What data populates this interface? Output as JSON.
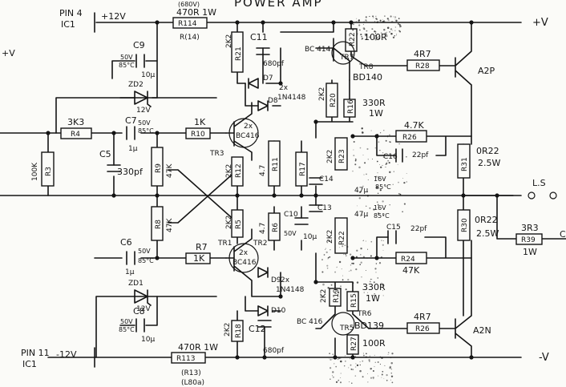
{
  "title": "POWER AMP",
  "supply": {
    "top_pin": "PIN 4",
    "top_ic": "IC1",
    "top_voltage": "+12V",
    "top_left_v": "+V",
    "top_rail": "+V",
    "bottom_pin": "PIN 11",
    "bottom_ic": "IC1",
    "bottom_voltage": "-12V",
    "bottom_rail": "-V",
    "top_cut": "(680V)"
  },
  "resistors": {
    "r114": {
      "value": "470R 1W",
      "ref": "R114",
      "alt": "R(14)"
    },
    "r113": {
      "value": "470R 1W",
      "ref": "R113",
      "alt": "(R13)",
      "alt2": "(L80a)"
    },
    "r4": {
      "value": "3K3",
      "ref": "R4"
    },
    "r3": {
      "value": "100K",
      "ref": "R3"
    },
    "r10": {
      "value": "1K",
      "ref": "R10"
    },
    "r7": {
      "value": "1K",
      "ref": "R7"
    },
    "r9": {
      "value": "47K",
      "ref": "R9"
    },
    "r8": {
      "value": "47K",
      "ref": "R8"
    },
    "r21": {
      "value": "2K2",
      "ref": "R21"
    },
    "r20": {
      "value": "2K2",
      "ref": "R20"
    },
    "r22t": {
      "value": "100R",
      "ref": "R22"
    },
    "r28": {
      "value": "4R7",
      "ref": "R28"
    },
    "r16": {
      "value": "330R",
      "ref": "R16",
      "power": "1W"
    },
    "r26": {
      "value": "4.7K",
      "ref": "R26"
    },
    "r23": {
      "value": "2K2",
      "ref": "R23"
    },
    "r22m": {
      "value": "2K2",
      "ref": "R22"
    },
    "r11": {
      "value": "4.7",
      "ref": "R11"
    },
    "r17": {
      "value": "",
      "ref": "R17"
    },
    "r12": {
      "value": "2K2",
      "ref": "R12"
    },
    "r5": {
      "value": "2K2",
      "ref": "R5"
    },
    "r6": {
      "value": "4.7",
      "ref": "R6"
    },
    "r24": {
      "value": "47K",
      "ref": "R24"
    },
    "r31": {
      "value": "0R22",
      "ref": "R31",
      "power": "2.5W"
    },
    "r30": {
      "value": "0R22",
      "ref": "R30",
      "power": "2.5W"
    },
    "r39": {
      "value": "3R3",
      "ref": "R39",
      "power": "1W"
    },
    "r19": {
      "value": "2K2",
      "ref": "R19"
    },
    "r15": {
      "value": "330R",
      "ref": "R15",
      "power": "1W"
    },
    "r18": {
      "value": "2K2",
      "ref": "R18"
    },
    "r27": {
      "value": "100R",
      "ref": "R27"
    },
    "r26b": {
      "value": "4R7",
      "ref": "R26"
    }
  },
  "capacitors": {
    "c9": {
      "ref": "C9",
      "voltage": "50V",
      "temp": "85°C",
      "value": "10µ"
    },
    "c11": {
      "ref": "C11",
      "value": "680pf"
    },
    "c7": {
      "ref": "C7",
      "voltage": "50V",
      "temp": "85°C",
      "value": "1µ"
    },
    "c5": {
      "ref": "C5",
      "value": "330pf"
    },
    "c16": {
      "ref": "C16",
      "value": "22pf"
    },
    "c14": {
      "ref": "C14",
      "voltage": "16V",
      "temp": "85°C",
      "value": "47µ"
    },
    "c13": {
      "ref": "C13",
      "voltage": "16V",
      "temp": "85°C",
      "value": "47µ"
    },
    "c10": {
      "ref": "C10",
      "voltage": "50V",
      "value": "10µ"
    },
    "c6": {
      "ref": "C6",
      "voltage": "50V",
      "temp": "85°C",
      "value": "1µ"
    },
    "c15": {
      "ref": "C15",
      "value": "22pf"
    },
    "c8": {
      "ref": "C8",
      "voltage": "50V",
      "temp": "85°C",
      "value": "10µ"
    },
    "c12": {
      "ref": "C12",
      "value": "680pf"
    }
  },
  "semis": {
    "zd2": {
      "ref": "ZD2",
      "value": "12V"
    },
    "zd1": {
      "ref": "ZD1",
      "value": "12V"
    },
    "d7": {
      "ref": "D7"
    },
    "d8": {
      "ref": "D8"
    },
    "d9": {
      "ref": "D9"
    },
    "d10": {
      "ref": "D10"
    },
    "diode_top": {
      "count": "2x",
      "part": "1N4148"
    },
    "diode_bot": {
      "count": "2x",
      "part": "1N4148"
    },
    "tr3": {
      "ref": "TR3",
      "count": "2x",
      "part": "BC416"
    },
    "tr1": {
      "ref": "TR1",
      "count": "2x",
      "part": "BC416"
    },
    "tr2": {
      "ref": "TR2"
    },
    "tr7": {
      "ref": "TR7",
      "part": "BC 414"
    },
    "tr8": {
      "ref": "TR8",
      "part": "BD140"
    },
    "tr5": {
      "ref": "TR5",
      "part": "BC 416"
    },
    "tr6": {
      "ref": "TR6",
      "part": "BD139"
    },
    "a2p": {
      "ref": "A2P"
    },
    "a2n": {
      "ref": "A2N"
    }
  },
  "output": {
    "label": "L.S",
    "cut": "C"
  }
}
